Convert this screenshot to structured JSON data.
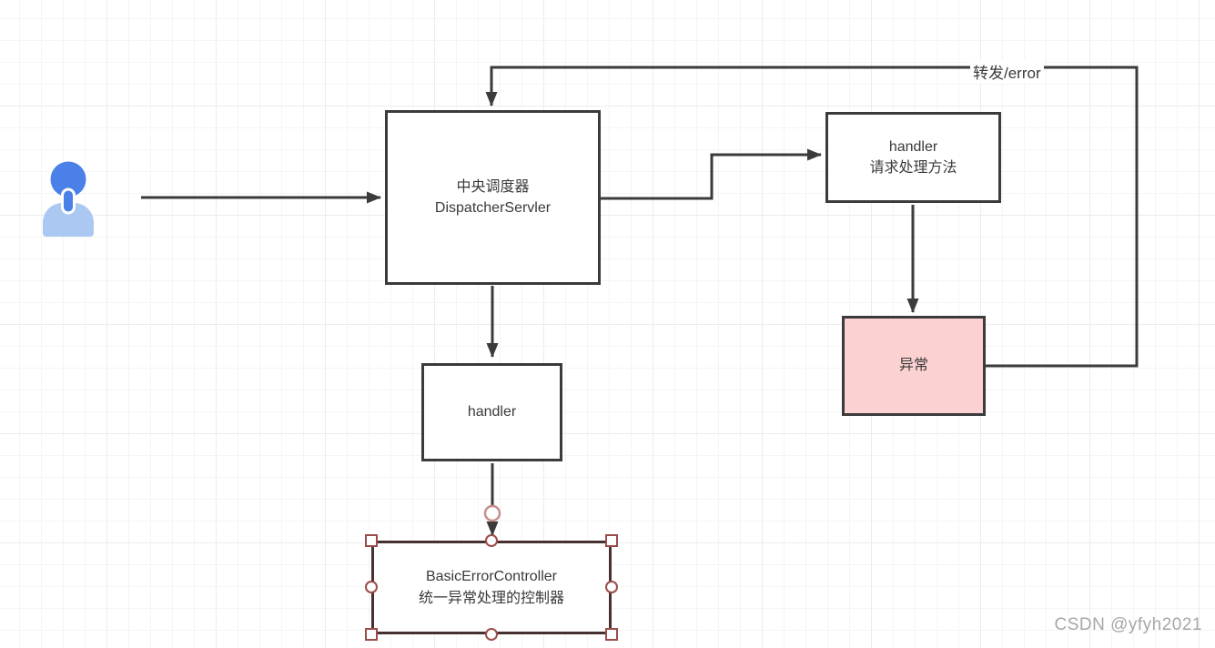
{
  "colors": {
    "edge": "#3b3b3b",
    "shape_border": "#3b3b3b",
    "shape_text": "#3a3a3a",
    "exception_fill": "#fbd1d1",
    "selected_border": "#463030",
    "handle": "#9a4c4a",
    "endpoint_ring": "#c68e8d",
    "actor_head": "#4a80e8",
    "actor_body": "#abc8f3",
    "watermark": "#a7a7a7",
    "grid_minor": "#f5f5f5",
    "grid_major": "#ececec"
  },
  "nodes": {
    "dispatcher": {
      "line1": "中央调度器",
      "line2": "DispatcherServler"
    },
    "handler_method": {
      "line1": "handler",
      "line2": "请求处理方法"
    },
    "exception": {
      "label": "异常"
    },
    "handler": {
      "label": "handler"
    },
    "error_controller": {
      "line1": "BasicErrorController",
      "line2": "统一异常处理的控制器"
    }
  },
  "edges": {
    "forward_error_label": "转发/error"
  },
  "icons": {
    "actor": "user-person-icon"
  },
  "watermark": {
    "text": "CSDN @yfyh2021"
  }
}
